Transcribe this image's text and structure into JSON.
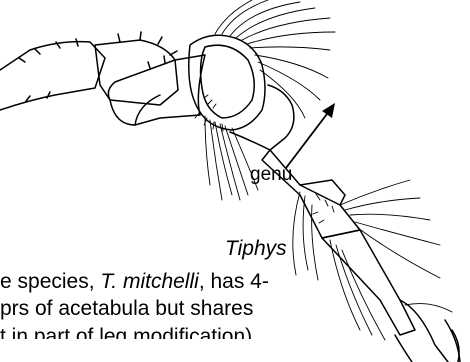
{
  "labels": {
    "genu": "genu",
    "genus": "Tiphys"
  },
  "caption": {
    "line1_pre": "e species, ",
    "line1_species": "T. mitchelli",
    "line1_post": ", has 4-",
    "line2": " prs of acetabula but shares",
    "line3": "t in part of leg modification)"
  },
  "colors": {
    "ink": "#000000",
    "background": "#ffffff"
  }
}
